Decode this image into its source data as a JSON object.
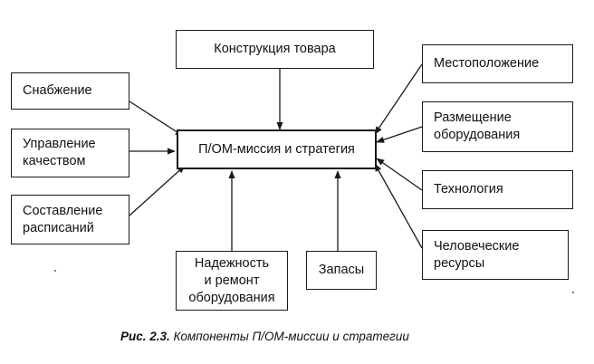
{
  "diagram": {
    "center": "П/ОМ-миссия и стратегия",
    "top": "Конструкция товара",
    "left": [
      "Снабжение",
      "Управление\nкачеством",
      "Составление\nрасписаний"
    ],
    "right": [
      "Местоположение",
      "Размещение\nоборудования",
      "Технология",
      "Человеческие\nресурсы"
    ],
    "bottom": [
      "Надежность\nи ремонт\nоборудования",
      "Запасы"
    ]
  },
  "caption": {
    "number": "Рис. 2.3.",
    "text": "Компоненты П/ОМ-миссии и стратегии"
  }
}
